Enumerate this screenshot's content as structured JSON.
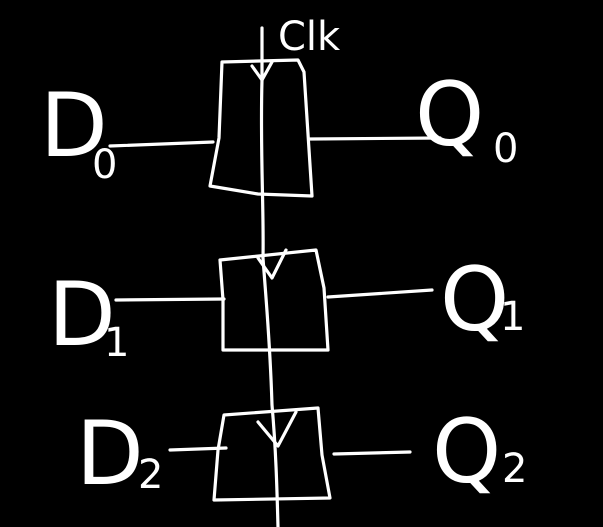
{
  "diagram": {
    "clock_label": "Clk",
    "registers": [
      {
        "input_main": "D",
        "input_sub": "0",
        "output_main": "Q",
        "output_sub": "0"
      },
      {
        "input_main": "D",
        "input_sub": "1",
        "output_main": "Q",
        "output_sub": "1"
      },
      {
        "input_main": "D",
        "input_sub": "2",
        "output_main": "Q",
        "output_sub": "2"
      }
    ],
    "colors": {
      "background": "#000000",
      "ink": "#ffffff"
    }
  }
}
